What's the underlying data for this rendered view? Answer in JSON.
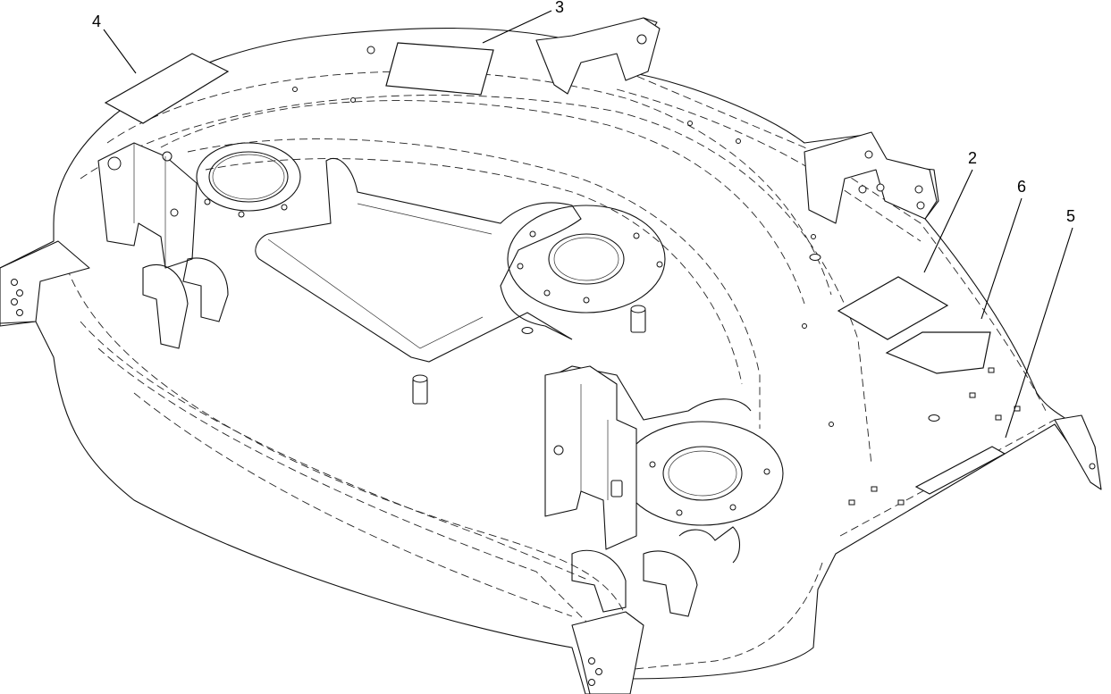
{
  "diagram": {
    "callouts": [
      {
        "id": "2",
        "label": "2"
      },
      {
        "id": "3",
        "label": "3"
      },
      {
        "id": "4",
        "label": "4"
      },
      {
        "id": "5",
        "label": "5"
      },
      {
        "id": "6",
        "label": "6"
      }
    ]
  }
}
